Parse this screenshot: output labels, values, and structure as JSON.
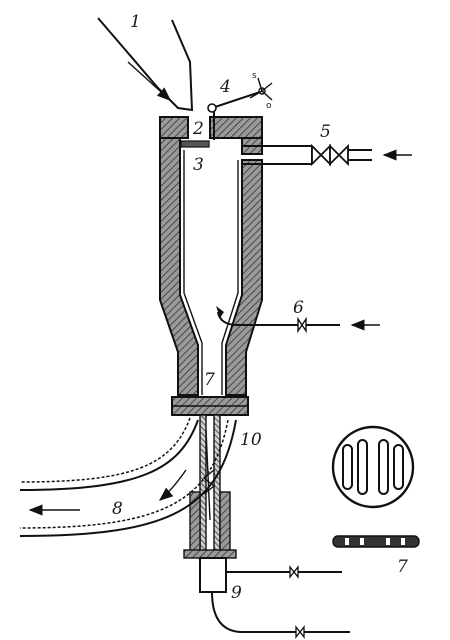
{
  "labels": {
    "l1": "1",
    "l2": "2",
    "l3": "3",
    "l4": "4",
    "l5": "5",
    "l6": "6",
    "l7": "7",
    "l7b": "7",
    "l8": "8",
    "l9": "9",
    "l10": "10",
    "lever_s": "s",
    "lever_o": "o"
  }
}
